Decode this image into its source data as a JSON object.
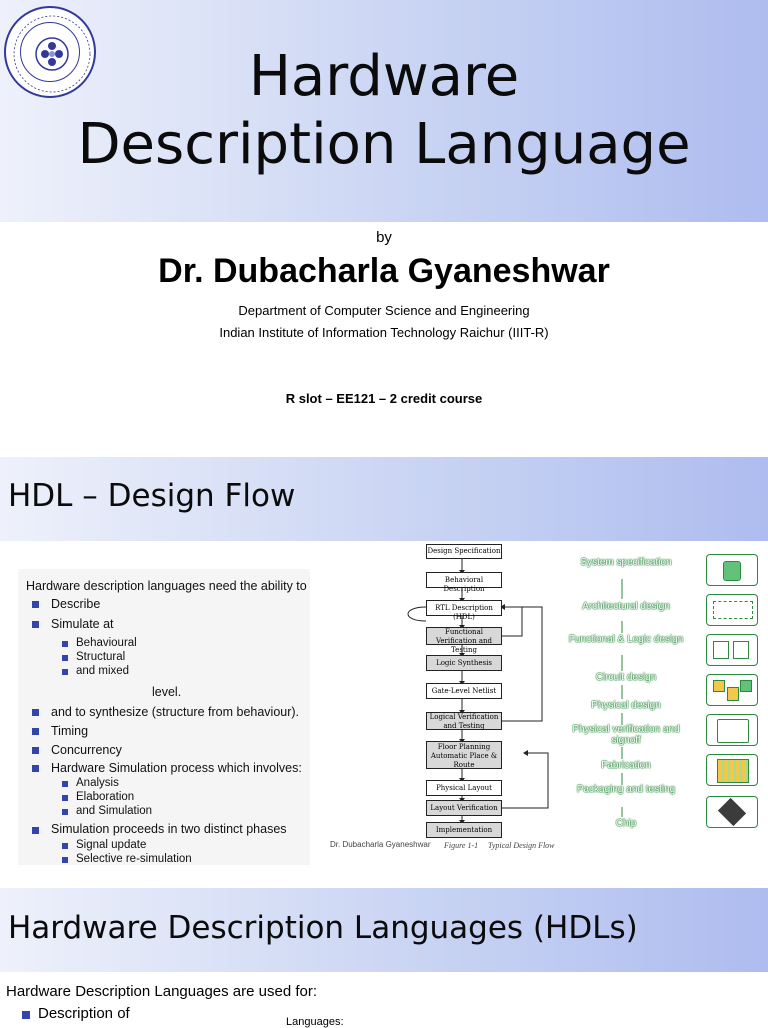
{
  "slide1": {
    "title_line1": "Hardware",
    "title_line2": "Description Language",
    "by": "by",
    "author": "Dr. Dubacharla Gyaneshwar",
    "department": "Department of Computer Science and Engineering",
    "institute": "Indian Institute of Information Technology Raichur (IIIT-R)",
    "course": "R slot – EE121 – 2 credit course"
  },
  "slide2": {
    "title": "HDL – Design Flow",
    "intro": "Hardware description languages need the ability to",
    "items": [
      "Describe",
      "Simulate at",
      "Behavioural",
      "Structural",
      "and mixed",
      "level.",
      "and to synthesize (structure from behaviour).",
      "Timing",
      "Concurrency",
      "Hardware Simulation process which involves:",
      "Analysis",
      "Elaboration",
      "and Simulation",
      "Simulation proceeds in two distinct phases",
      "Signal update",
      "Selective re-simulation"
    ],
    "flow": [
      "Design Specification",
      "Behavioral Description",
      "RTL Description (HDL)",
      "Functional Verification and Testing",
      "Logic Synthesis",
      "Gate-Level Netlist",
      "Logical Verification and Testing",
      "Floor Planning Automatic Place & Route",
      "Physical Layout",
      "Layout Verification",
      "Implementation"
    ],
    "footer_author": "Dr. Dubacharla Gyaneshwar",
    "figure_label": "Figure 1-1",
    "figure_title": "Typical Design Flow",
    "steps": [
      "System specification",
      "Architectural design",
      "Functional & Logic design",
      "Circuit design",
      "Physical design",
      "Physical verification and signoff",
      "Fabrication",
      "Packaging and testing",
      "Chip"
    ],
    "colors": {
      "bullet": "#3344aa",
      "step_green": "#2b8a3e"
    }
  },
  "slide3": {
    "title": "Hardware Description Languages (HDLs)",
    "intro": "Hardware Description Languages are used for:",
    "item1": "Description of",
    "fragment": "Languages:"
  }
}
